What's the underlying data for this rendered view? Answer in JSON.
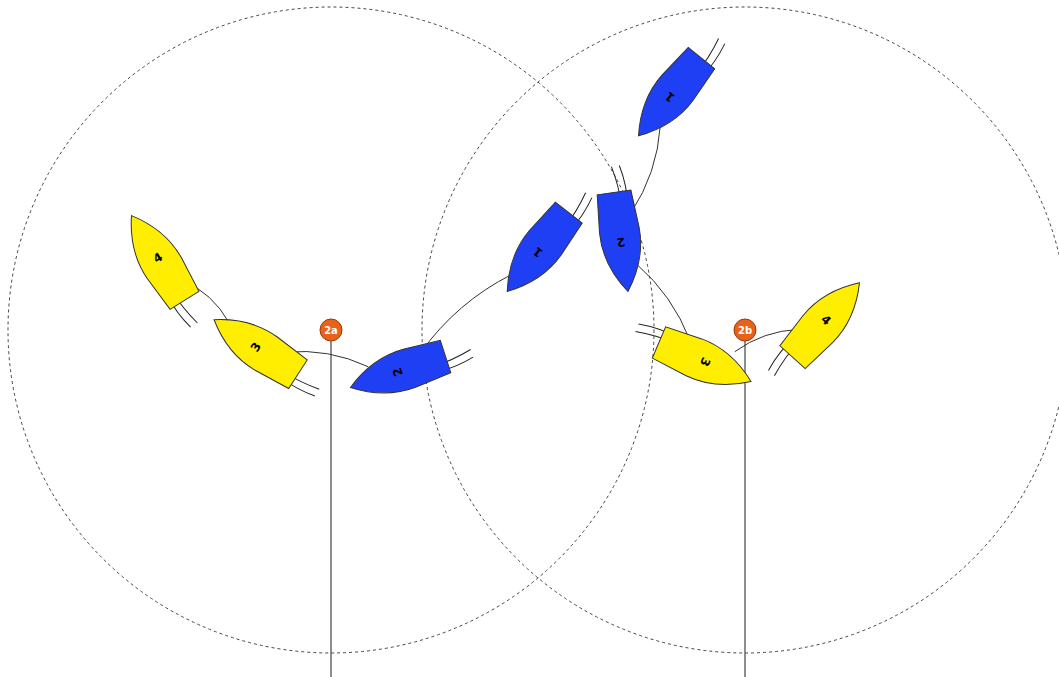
{
  "diagram": {
    "nodes": [
      {
        "text": [
          "4"
        ]
      },
      {
        "text": [
          "3"
        ]
      },
      {
        "text": [
          "2a"
        ]
      },
      {
        "text": [
          "2"
        ]
      },
      {
        "text": [
          "1"
        ]
      },
      {
        "text": [
          "1"
        ]
      },
      {
        "text": [
          "2"
        ]
      },
      {
        "text": [
          "3"
        ]
      },
      {
        "text": [
          "2b"
        ]
      },
      {
        "text": [
          "4"
        ]
      }
    ],
    "edges": [
      {
        "from": 0,
        "to": 1,
        "arrow": "none"
      },
      {
        "from": 1,
        "to": 3,
        "arrow": "none"
      },
      {
        "from": 3,
        "to": 4,
        "arrow": "none"
      },
      {
        "from": 5,
        "to": 6,
        "arrow": "none"
      },
      {
        "from": 6,
        "to": 7,
        "arrow": "none"
      },
      {
        "from": 7,
        "to": 9,
        "arrow": "none"
      }
    ]
  }
}
